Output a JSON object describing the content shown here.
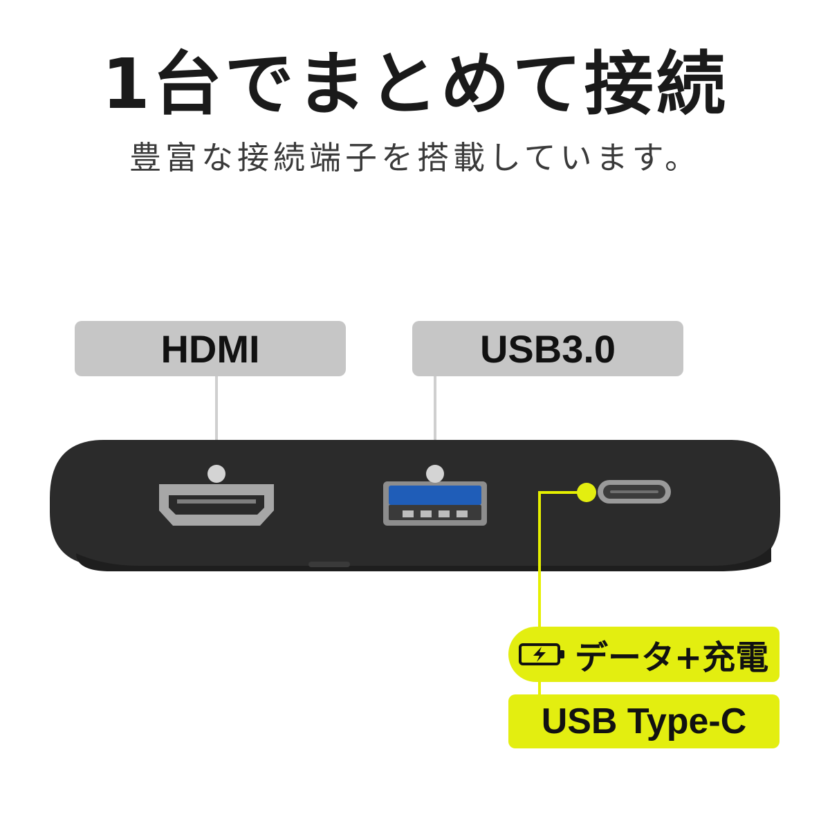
{
  "headline": "1台でまとめて接続",
  "subline": "豊富な接続端子を搭載しています。",
  "ports": {
    "hdmi_label": "HDMI",
    "usb3_label": "USB3.0",
    "typec_feature": "データ+充電",
    "typec_label": "USB Type-C"
  },
  "icons": {
    "battery": "battery-charging-icon"
  },
  "colors": {
    "hub_body": "#2b2b2b",
    "label_gray": "#c6c6c6",
    "accent_yellow": "#e3ee10",
    "usb3_blue": "#1f5db8",
    "text_dark": "#1a1a1a"
  }
}
